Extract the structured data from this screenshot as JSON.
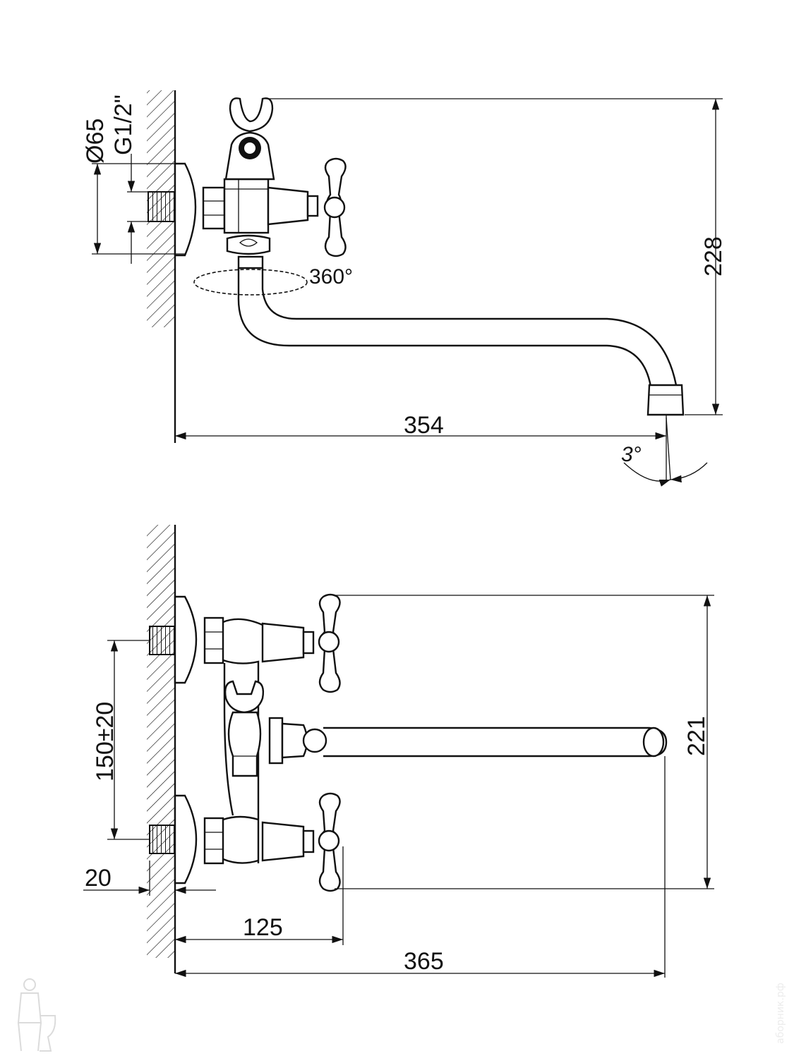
{
  "top_view": {
    "diameter_label": "Ø65",
    "thread_label": "G1/2\"",
    "rotation_label": "360°",
    "height_label": "228",
    "spout_length_label": "354",
    "angle_label": "3°"
  },
  "front_view": {
    "center_distance_label": "150±20",
    "height_label": "221",
    "thread_depth_label": "20",
    "handle_reach_label": "125",
    "spout_length_label": "365"
  },
  "watermark": {
    "site_text": "аборник.рф",
    "logo_icon": "plumber-with-toilet-logo"
  }
}
